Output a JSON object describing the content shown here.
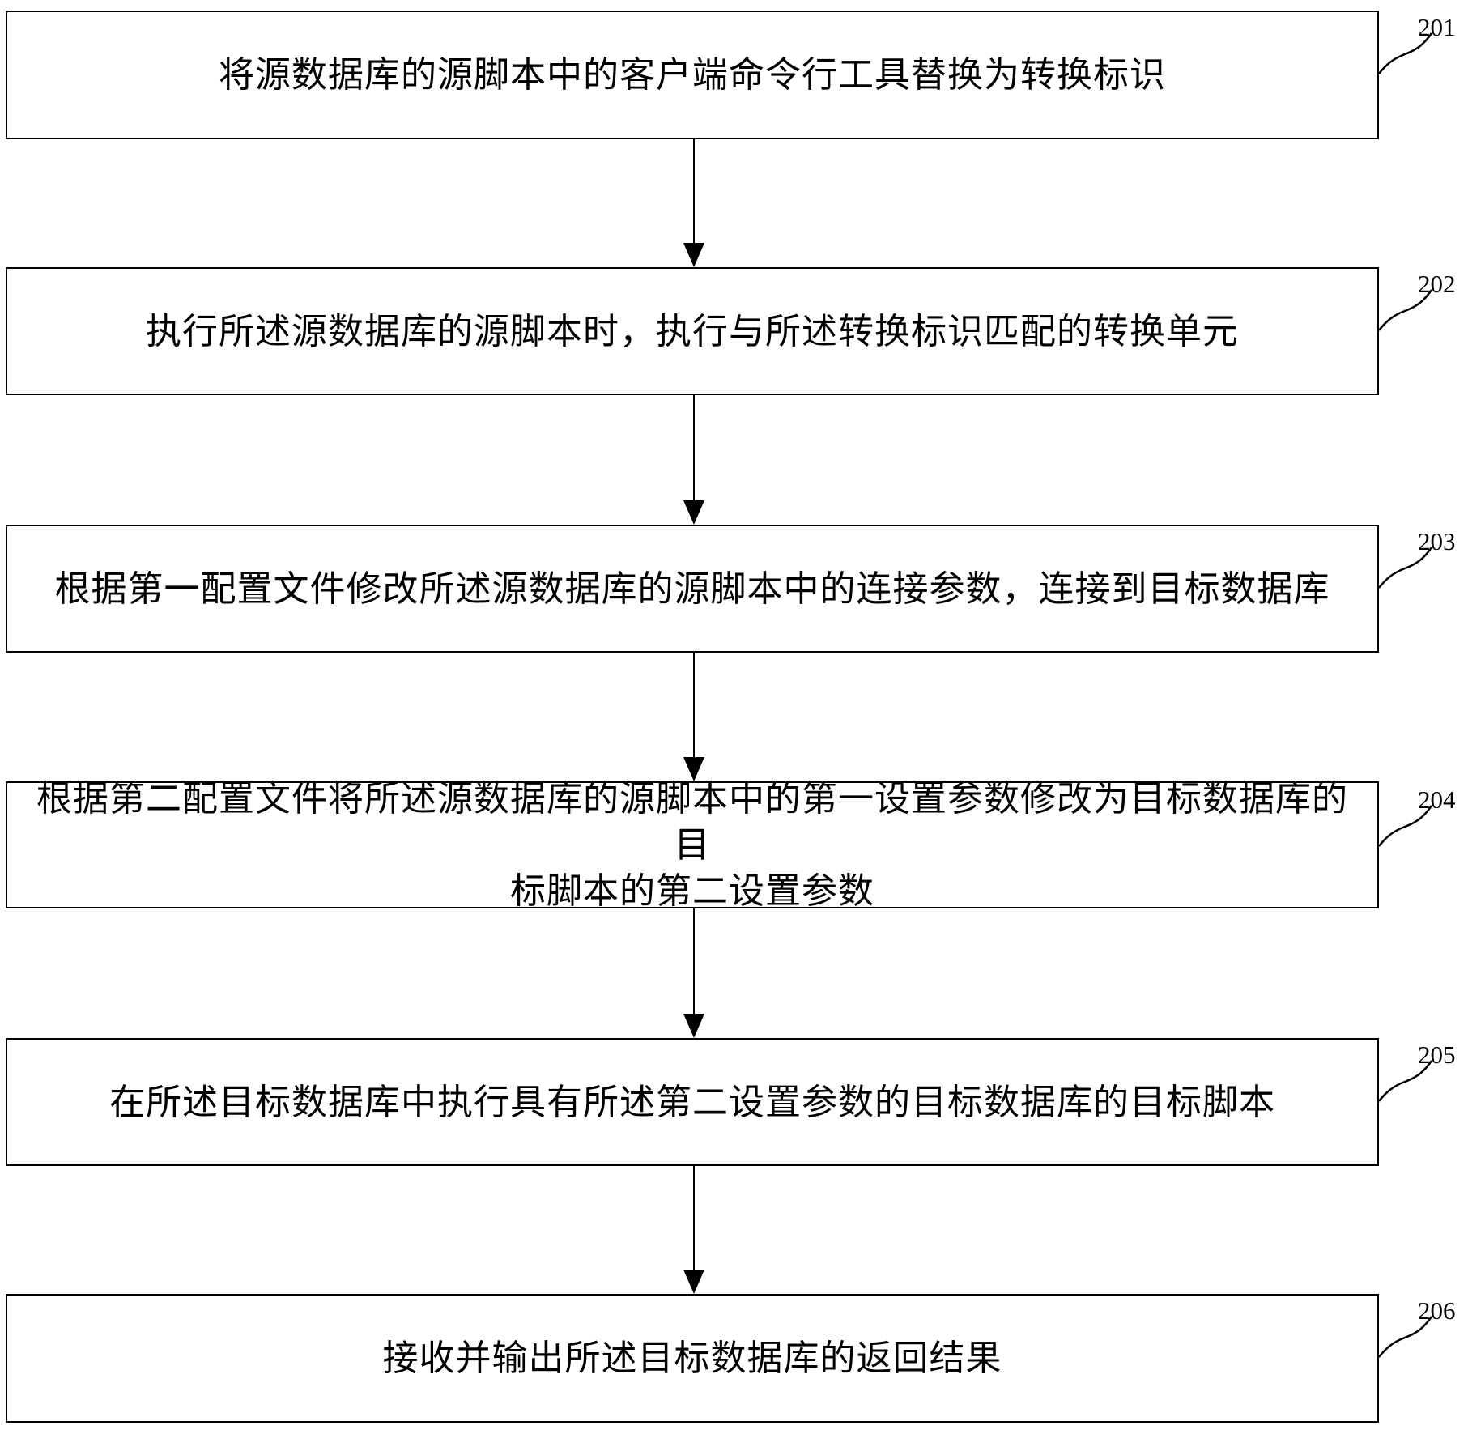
{
  "figure": {
    "type": "flowchart",
    "direction": "top-down",
    "colors": {
      "line": "#000000",
      "background": "#ffffff",
      "text": "#000000"
    },
    "steps": [
      {
        "label": "201",
        "text": "将源数据库的源脚本中的客户端命令行工具替换为转换标识"
      },
      {
        "label": "202",
        "text": "执行所述源数据库的源脚本时，执行与所述转换标识匹配的转换单元"
      },
      {
        "label": "203",
        "text": "根据第一配置文件修改所述源数据库的源脚本中的连接参数，连接到目标数据库"
      },
      {
        "label": "204",
        "text": "根据第二配置文件将所述源数据库的源脚本中的第一设置参数修改为目标数据库的目\n标脚本的第二设置参数"
      },
      {
        "label": "205",
        "text": "在所述目标数据库中执行具有所述第二设置参数的目标数据库的目标脚本"
      },
      {
        "label": "206",
        "text": "接收并输出所述目标数据库的返回结果"
      }
    ]
  }
}
